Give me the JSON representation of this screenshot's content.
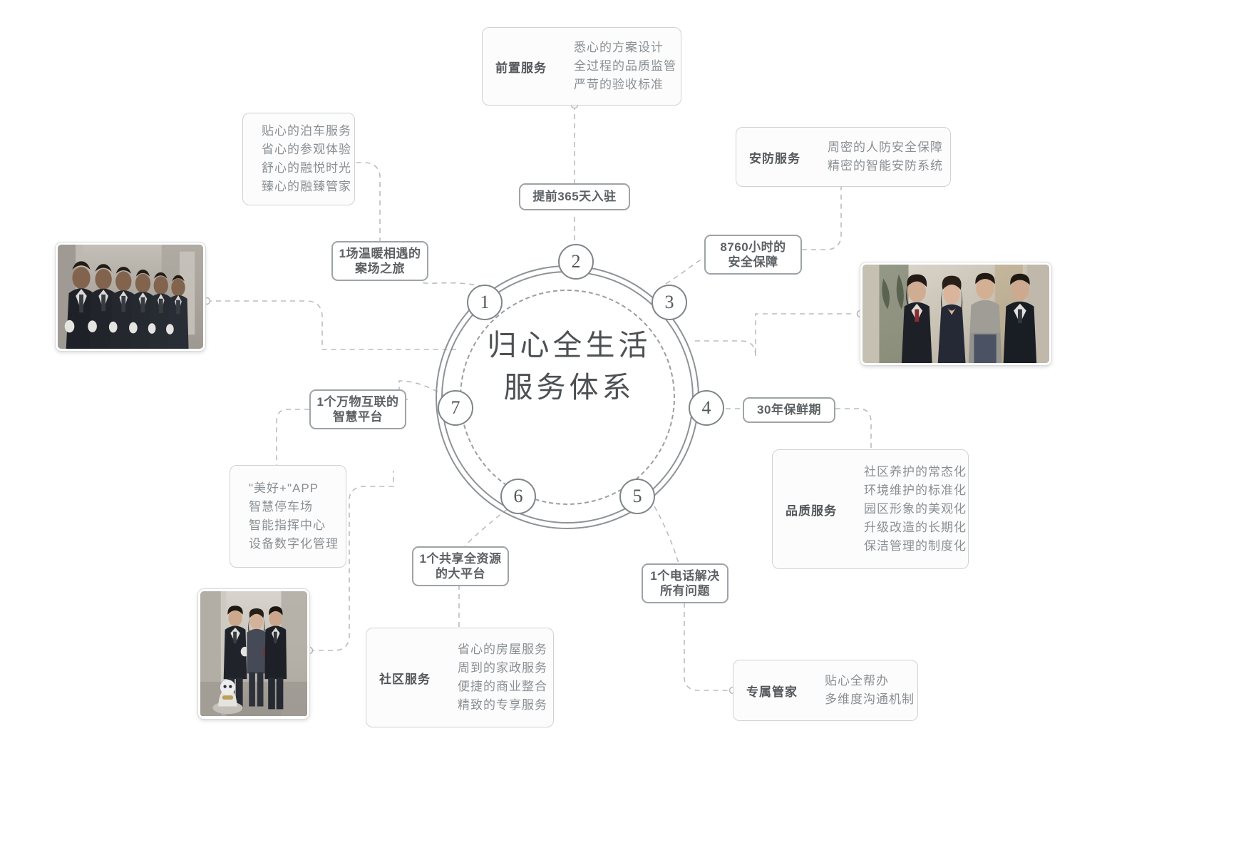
{
  "center": {
    "title_line1": "归心全生活",
    "title_line2": "服务体系",
    "nodes": [
      "1",
      "2",
      "3",
      "4",
      "5",
      "6",
      "7"
    ]
  },
  "pills": [
    {
      "id": "pill-365",
      "line1": "提前365天入驻",
      "line2": ""
    },
    {
      "id": "pill-8760",
      "line1": "8760小时的",
      "line2": "安全保障"
    },
    {
      "id": "pill-meeting",
      "line1": "1场温暖相遇的",
      "line2": "案场之旅"
    },
    {
      "id": "pill-iot",
      "line1": "1个万物互联的",
      "line2": "智慧平台"
    },
    {
      "id": "pill-30y",
      "line1": "30年保鲜期",
      "line2": ""
    },
    {
      "id": "pill-share",
      "line1": "1个共享全资源",
      "line2": "的大平台"
    },
    {
      "id": "pill-phone",
      "line1": "1个电话解决",
      "line2": "所有问题"
    }
  ],
  "cards": [
    {
      "id": "card-pre-service",
      "caption": "前置服务",
      "lines": [
        "悉心的方案设计",
        "全过程的品质监管",
        "严苛的验收标准"
      ]
    },
    {
      "id": "card-security",
      "caption": "安防服务",
      "lines": [
        "周密的人防安全保障",
        "精密的智能安防系统"
      ]
    },
    {
      "id": "card-quality",
      "caption": "品质服务",
      "lines": [
        "社区养护的常态化",
        "环境维护的标准化",
        "园区形象的美观化",
        "升级改造的长期化",
        "保洁管理的制度化"
      ]
    },
    {
      "id": "card-butler",
      "caption": "专属管家",
      "lines": [
        "贴心全帮办",
        "多维度沟通机制"
      ]
    },
    {
      "id": "card-community",
      "caption": "社区服务",
      "lines": [
        "省心的房屋服务",
        "周到的家政服务",
        "便捷的商业整合",
        "精致的专享服务"
      ]
    },
    {
      "id": "card-welcome",
      "caption": "",
      "lines": [
        "贴心的泊车服务",
        "省心的参观体验",
        "舒心的融悦时光",
        "臻心的融臻管家"
      ]
    },
    {
      "id": "card-smart",
      "caption": "",
      "lines": [
        "\"美好+\"APP",
        "智慧停车场",
        "智能指挥中心",
        "设备数字化管理"
      ]
    }
  ],
  "photos": [
    {
      "id": "photo-butlers-line",
      "alt": "row-of-butlers-photo"
    },
    {
      "id": "photo-family",
      "alt": "family-greeting-photo"
    },
    {
      "id": "photo-lobby",
      "alt": "lobby-walking-photo"
    }
  ],
  "colors": {
    "line": "#b9bdbf",
    "stroke": "#8e9396",
    "text": "#6b6f72",
    "caption": "#54585b",
    "card_bg": "#fcfcfc",
    "card_border": "#cfd2d4",
    "pill_border": "#9ea3a7",
    "background": "#ffffff"
  }
}
